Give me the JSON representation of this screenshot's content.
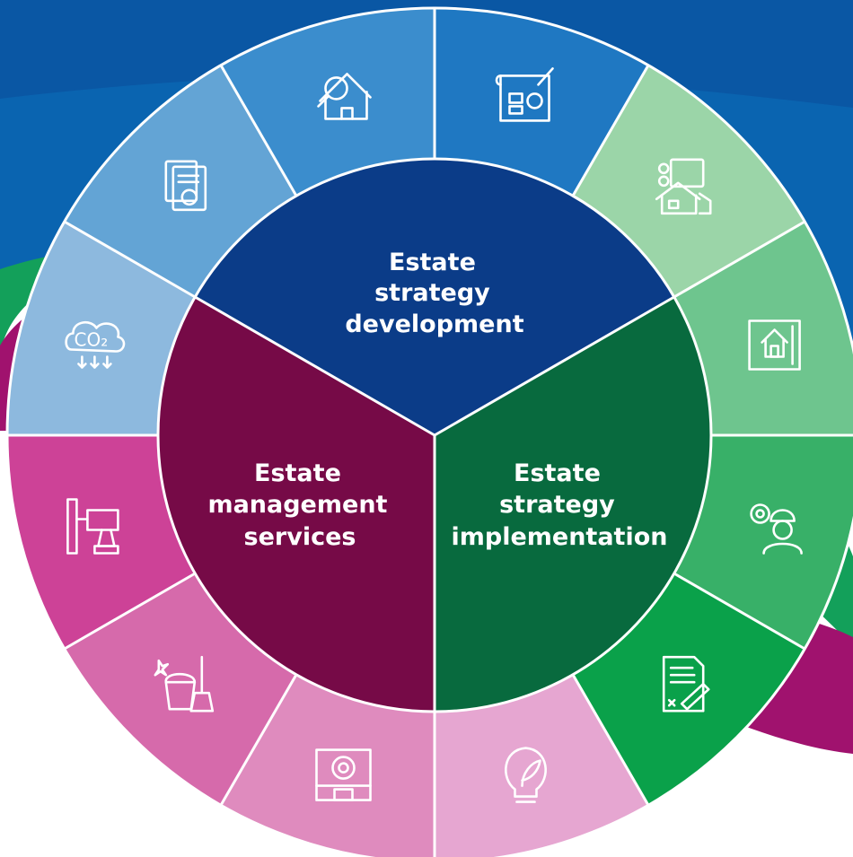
{
  "diagram": {
    "colors": {
      "background": "#ffffff",
      "wave_blue": "#0a64b0",
      "wave_blue_dark": "#0a4a98",
      "wave_green": "#13a05a",
      "wave_magenta": "#a0126e",
      "divider": "#ffffff"
    },
    "sectors": [
      {
        "id": "development",
        "lines": [
          "Estate",
          "strategy",
          "development"
        ],
        "color": "#0b3c88"
      },
      {
        "id": "implementation",
        "lines": [
          "Estate",
          "strategy",
          "implementation"
        ],
        "color": "#086a3e"
      },
      {
        "id": "management",
        "lines": [
          "Estate",
          "management",
          "services"
        ],
        "color": "#760a47"
      }
    ],
    "ring_segments": [
      {
        "icon": "documents-icon",
        "color": "#63a4d5"
      },
      {
        "icon": "house-inspection-icon",
        "color": "#3b8dcd"
      },
      {
        "icon": "blueprint-design-icon",
        "color": "#1f78c2"
      },
      {
        "icon": "property-checklist-icon",
        "color": "#9bd5a8"
      },
      {
        "icon": "building-plan-icon",
        "color": "#6ec58e"
      },
      {
        "icon": "engineer-icon",
        "color": "#38b068"
      },
      {
        "icon": "contract-signing-icon",
        "color": "#0aa14a"
      },
      {
        "icon": "eco-lightbulb-icon",
        "color": "#e6a6d1"
      },
      {
        "icon": "facility-maintenance-icon",
        "color": "#df8bbe"
      },
      {
        "icon": "cleaning-icon",
        "color": "#d66aab"
      },
      {
        "icon": "power-drill-icon",
        "color": "#cd4297"
      },
      {
        "icon": "co2-reduction-icon",
        "color": "#8db9de"
      }
    ],
    "co2_text": "CO₂"
  }
}
